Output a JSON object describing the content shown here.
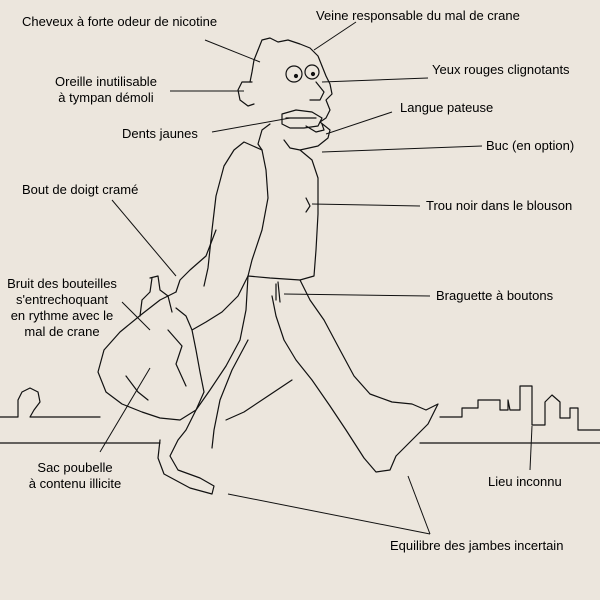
{
  "colors": {
    "background": "#ece6dd",
    "ink": "#000000",
    "line": "#111111"
  },
  "labels": {
    "cheveux": "Cheveux à forte odeur de nicotine",
    "veine": "Veine responsable du mal de crane",
    "oreille_1": "Oreille inutilisable",
    "oreille_2": "à tympan démoli",
    "yeux": "Yeux rouges clignotants",
    "langue": "Langue pateuse",
    "dents": "Dents jaunes",
    "buc": "Buc (en option)",
    "doigt": "Bout de doigt cramé",
    "trou": "Trou noir dans le blouson",
    "bruit_1": "Bruit des bouteilles",
    "bruit_2": "s'entrechoquant",
    "bruit_3": "en rythme avec le",
    "bruit_4": "mal de crane",
    "braguette": "Braguette à boutons",
    "sac_1": "Sac poubelle",
    "sac_2": "à contenu illicite",
    "lieu": "Lieu inconnu",
    "equilibre": "Equilibre des jambes incertain"
  }
}
